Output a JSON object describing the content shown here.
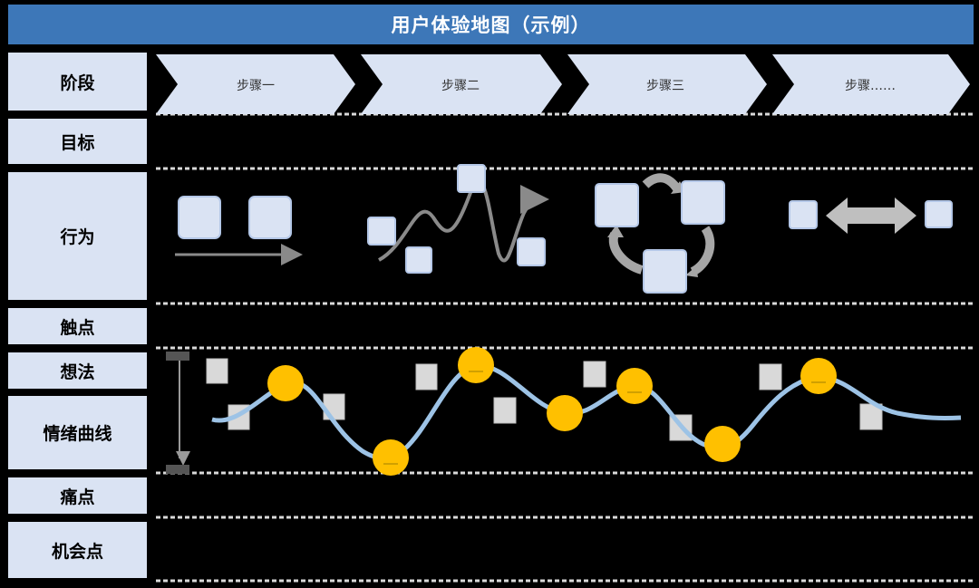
{
  "title": "用户体验地图（示例）",
  "rows": {
    "stage": "阶段",
    "goal": "目标",
    "behavior": "行为",
    "touchpoint": "触点",
    "thoughts": "想法",
    "emotion": "情绪曲线",
    "pain": "痛点",
    "opportunity": "机会点"
  },
  "stages": [
    "步骤一",
    "步骤二",
    "步骤三",
    "步骤……"
  ],
  "colors": {
    "title_bg": "#3d77b8",
    "label_bg": "#dae3f3",
    "box_fill": "#dae3f3",
    "arrow_gray": "#8a8a8a",
    "curve": "#9dc3e6",
    "face": "#ffc000",
    "note_gray": "#d9d9d9"
  }
}
